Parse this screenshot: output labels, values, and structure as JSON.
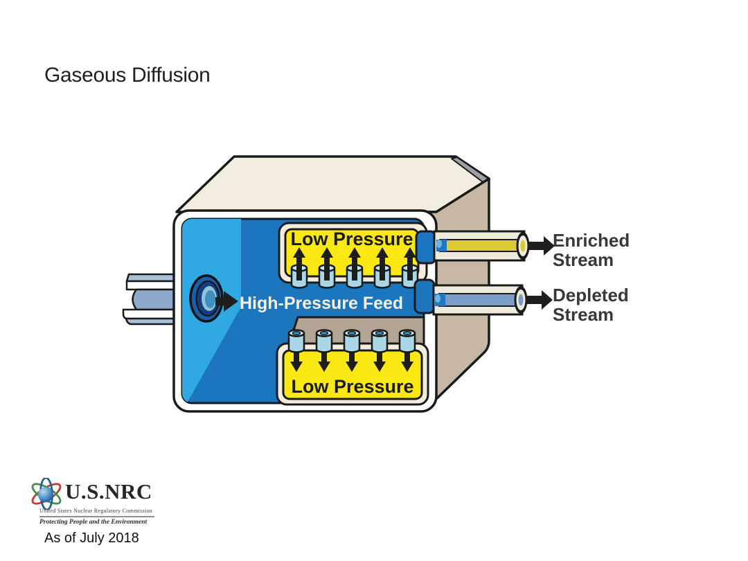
{
  "slide": {
    "title": "Gaseous Diffusion",
    "as_of": "As of July 2018"
  },
  "diagram": {
    "high_pressure_feed_label": "High-Pressure Feed",
    "low_pressure_top_label": "Low Pressure",
    "low_pressure_bottom_label": "Low Pressure",
    "streams": {
      "enriched": [
        "Enriched",
        "Stream"
      ],
      "depleted": [
        "Depleted",
        "Stream"
      ]
    },
    "icons": [
      "feed-inlet-port-icon",
      "flow-arrow-icon",
      "diffusion-barrier-cylinder-icon"
    ],
    "colors": {
      "high_pressure_blue": "#1b76be",
      "feed_side_light_blue": "#30a9e2",
      "low_pressure_yellow": "#f9e814",
      "enriched_pipe_yellow": "#dccb35",
      "depleted_pipe_blue": "#7e9cc8",
      "box_top_cream": "#f2edde",
      "box_side_tan": "#c7b8a5",
      "cutaway_tan": "#b3a494",
      "outline_black": "#1a1a1a",
      "label_gray": "#383838"
    }
  },
  "logo": {
    "wordmark": "U.S.NRC",
    "subtitle": "United States Nuclear Regulatory Commission",
    "tagline": "Protecting People and the Environment"
  }
}
